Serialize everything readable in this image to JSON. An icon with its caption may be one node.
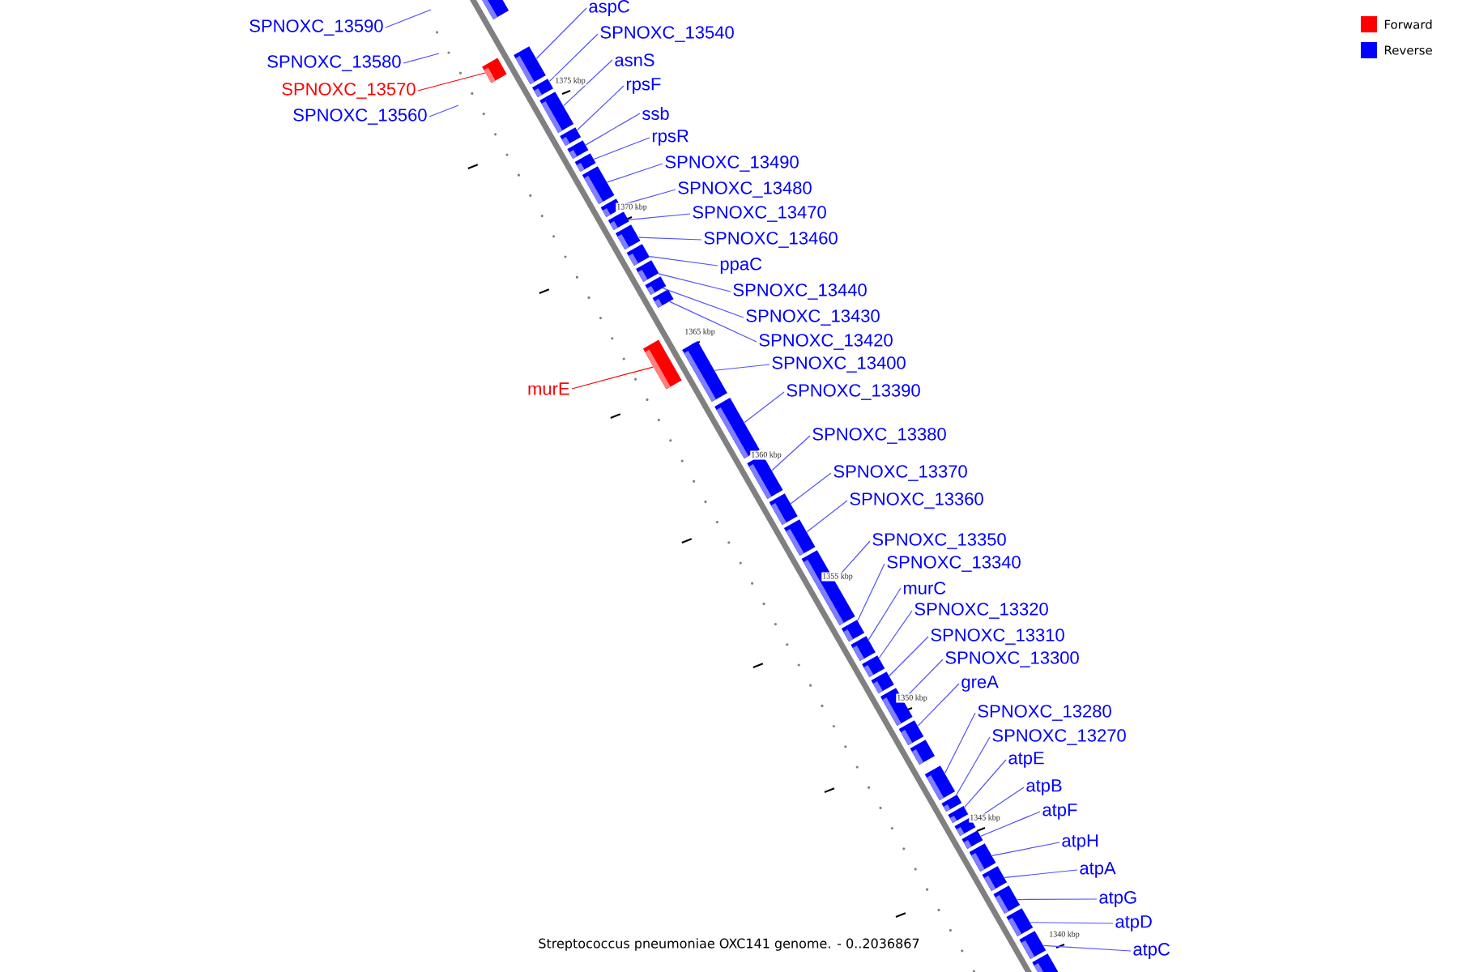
{
  "diagram": {
    "caption": "Streptococcus pneumoniae OXC141 genome. - 0..2036867",
    "nodes": [
      {
        "text": [
          "aspC"
        ]
      },
      {
        "text": [
          "SPNOXC_13590"
        ]
      },
      {
        "text": [
          "SPNOXC_13540"
        ]
      },
      {
        "text": [
          "asnS"
        ]
      },
      {
        "text": [
          "SPNOXC_13580"
        ]
      },
      {
        "text": [
          "rpsF"
        ]
      },
      {
        "text": [
          "SPNOXC_13570"
        ]
      },
      {
        "text": [
          "ssb"
        ]
      },
      {
        "text": [
          "SPNOXC_13560"
        ]
      },
      {
        "text": [
          "rpsR"
        ]
      },
      {
        "text": [
          "SPNOXC_13490"
        ]
      },
      {
        "text": [
          "SPNOXC_13480"
        ]
      },
      {
        "text": [
          "SPNOXC_13470"
        ]
      },
      {
        "text": [
          "SPNOXC_13460"
        ]
      },
      {
        "text": [
          "ppaC"
        ]
      },
      {
        "text": [
          "SPNOXC_13440"
        ]
      },
      {
        "text": [
          "SPNOXC_13430"
        ]
      },
      {
        "text": [
          "SPNOXC_13420"
        ]
      },
      {
        "text": [
          "SPNOXC_13400"
        ]
      },
      {
        "text": [
          "murE"
        ]
      },
      {
        "text": [
          "SPNOXC_13390"
        ]
      },
      {
        "text": [
          "SPNOXC_13380"
        ]
      },
      {
        "text": [
          "SPNOXC_13370"
        ]
      },
      {
        "text": [
          "SPNOXC_13360"
        ]
      },
      {
        "text": [
          "SPNOXC_13350"
        ]
      },
      {
        "text": [
          "SPNOXC_13340"
        ]
      },
      {
        "text": [
          "murC"
        ]
      },
      {
        "text": [
          "SPNOXC_13320"
        ]
      },
      {
        "text": [
          "SPNOXC_13310"
        ]
      },
      {
        "text": [
          "SPNOXC_13300"
        ]
      },
      {
        "text": [
          "greA"
        ]
      },
      {
        "text": [
          "SPNOXC_13280"
        ]
      },
      {
        "text": [
          "SPNOXC_13270"
        ]
      },
      {
        "text": [
          "atpE"
        ]
      },
      {
        "text": [
          "atpB"
        ]
      },
      {
        "text": [
          "atpF"
        ]
      },
      {
        "text": [
          "atpH"
        ]
      },
      {
        "text": [
          "atpA"
        ]
      },
      {
        "text": [
          "atpG"
        ]
      },
      {
        "text": [
          "atpD"
        ]
      },
      {
        "text": [
          "atpC"
        ]
      },
      {
        "text": [],
        "shape": "bar"
      },
      {
        "text": [],
        "shape": "bar"
      },
      {
        "text": [],
        "shape": "bar"
      },
      {
        "text": [],
        "shape": "bar"
      },
      {
        "text": [],
        "shape": "bar"
      },
      {
        "text": [],
        "shape": "bar"
      },
      {
        "text": [],
        "shape": "bar"
      },
      {
        "text": [],
        "shape": "bar"
      },
      {
        "text": [],
        "shape": "bar"
      },
      {
        "text": [],
        "shape": "bar"
      },
      {
        "text": [],
        "shape": "bar"
      },
      {
        "text": [],
        "shape": "bar"
      },
      {
        "text": [],
        "shape": "bar"
      },
      {
        "text": [],
        "shape": "bar"
      },
      {
        "text": [],
        "shape": "bar"
      },
      {
        "text": [],
        "shape": "bar"
      },
      {
        "text": [],
        "shape": "bar"
      },
      {
        "text": [],
        "shape": "bar"
      },
      {
        "text": [],
        "shape": "bar"
      },
      {
        "text": [],
        "shape": "bar"
      },
      {
        "text": [],
        "shape": "bar"
      },
      {
        "text": [],
        "shape": "bar"
      },
      {
        "text": [],
        "shape": "bar"
      },
      {
        "text": [],
        "shape": "bar"
      },
      {
        "text": [],
        "shape": "bar"
      },
      {
        "text": [],
        "shape": "bar"
      },
      {
        "text": [],
        "shape": "bar"
      },
      {
        "text": [],
        "shape": "bar"
      },
      {
        "text": [],
        "shape": "bar"
      },
      {
        "text": [],
        "shape": "bar"
      },
      {
        "text": [],
        "shape": "bar"
      },
      {
        "text": [],
        "shape": "bar"
      },
      {
        "text": [],
        "shape": "bar"
      },
      {
        "text": [],
        "shape": "bar"
      },
      {
        "text": [],
        "shape": "bar"
      },
      {
        "text": [],
        "shape": "bar"
      },
      {
        "text": [],
        "shape": "bar"
      },
      {
        "text": [],
        "shape": "bar"
      },
      {
        "text": [],
        "shape": "bar"
      },
      {
        "text": [],
        "shape": "bar"
      },
      {
        "text": [],
        "shape": "bar"
      }
    ],
    "edges": [
      {
        "from": 0,
        "to": 43,
        "arrow": "none"
      },
      {
        "from": 1,
        "to": null,
        "arrow": "none"
      },
      {
        "from": 2,
        "to": 44,
        "arrow": "none"
      },
      {
        "from": 3,
        "to": 45,
        "arrow": "none"
      },
      {
        "from": 4,
        "to": null,
        "arrow": "none"
      },
      {
        "from": 5,
        "to": 46,
        "arrow": "none"
      },
      {
        "from": 6,
        "to": 42,
        "arrow": "none",
        "color": "#ff0000"
      },
      {
        "from": 7,
        "to": 47,
        "arrow": "none"
      },
      {
        "from": 8,
        "to": null,
        "arrow": "none"
      },
      {
        "from": 9,
        "to": 48,
        "arrow": "none"
      },
      {
        "from": 10,
        "to": 49,
        "arrow": "none"
      },
      {
        "from": 11,
        "to": 50,
        "arrow": "none"
      },
      {
        "from": 12,
        "to": 51,
        "arrow": "none"
      },
      {
        "from": 13,
        "to": 52,
        "arrow": "none"
      },
      {
        "from": 14,
        "to": 53,
        "arrow": "none"
      },
      {
        "from": 15,
        "to": 54,
        "arrow": "none"
      },
      {
        "from": 16,
        "to": 55,
        "arrow": "none"
      },
      {
        "from": 17,
        "to": 56,
        "arrow": "none"
      },
      {
        "from": 18,
        "to": 58,
        "arrow": "none"
      },
      {
        "from": 19,
        "to": 57,
        "arrow": "none",
        "color": "#ff0000"
      },
      {
        "from": 20,
        "to": 59,
        "arrow": "none"
      },
      {
        "from": 21,
        "to": 60,
        "arrow": "none"
      },
      {
        "from": 22,
        "to": 61,
        "arrow": "none"
      },
      {
        "from": 23,
        "to": 62,
        "arrow": "none"
      },
      {
        "from": 24,
        "to": 63,
        "arrow": "none"
      },
      {
        "from": 25,
        "to": 64,
        "arrow": "none"
      },
      {
        "from": 26,
        "to": 65,
        "arrow": "none"
      },
      {
        "from": 27,
        "to": 66,
        "arrow": "none"
      },
      {
        "from": 28,
        "to": 67,
        "arrow": "none"
      },
      {
        "from": 29,
        "to": 68,
        "arrow": "none"
      },
      {
        "from": 30,
        "to": 69,
        "arrow": "none"
      },
      {
        "from": 31,
        "to": 71,
        "arrow": "none"
      },
      {
        "from": 32,
        "to": 72,
        "arrow": "none"
      },
      {
        "from": 33,
        "to": 73,
        "arrow": "none"
      },
      {
        "from": 34,
        "to": 74,
        "arrow": "none"
      },
      {
        "from": 35,
        "to": 75,
        "arrow": "none"
      },
      {
        "from": 36,
        "to": 76,
        "arrow": "none"
      },
      {
        "from": 37,
        "to": 77,
        "arrow": "none"
      },
      {
        "from": 38,
        "to": 78,
        "arrow": "none"
      },
      {
        "from": 39,
        "to": 79,
        "arrow": "none"
      },
      {
        "from": 40,
        "to": 80,
        "arrow": "none"
      }
    ],
    "labels": [
      "1375 kbp",
      "1370 kbp",
      "1365 kbp",
      "1360 kbp",
      "1355 kbp",
      "1350 kbp",
      "1345 kbp",
      "1340 kbp"
    ],
    "legend": [
      {
        "text": "Forward",
        "color": "#ff0000"
      },
      {
        "text": "Reverse",
        "color": "#0000ff"
      }
    ]
  }
}
